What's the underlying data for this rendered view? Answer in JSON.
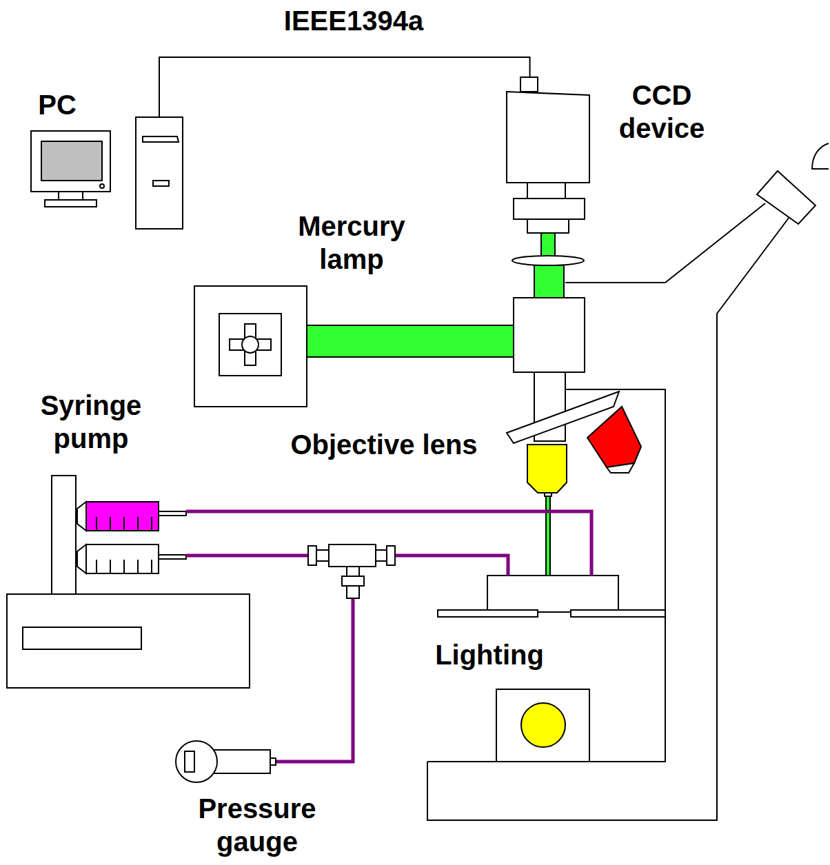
{
  "diagram": {
    "nodes": [
      {
        "text": [
          "PC"
        ]
      },
      {
        "text": [
          "CCD device"
        ]
      },
      {
        "text": [
          "Mercury lamp"
        ]
      },
      {
        "text": [
          "Syringe pump"
        ]
      },
      {
        "text": [
          "Pressure gauge"
        ]
      }
    ],
    "edges": [
      {
        "from": 0,
        "to": 1,
        "arrow": "none"
      }
    ],
    "labels": [
      "IEEE1394a",
      "Objective lens",
      "Lighting"
    ]
  }
}
